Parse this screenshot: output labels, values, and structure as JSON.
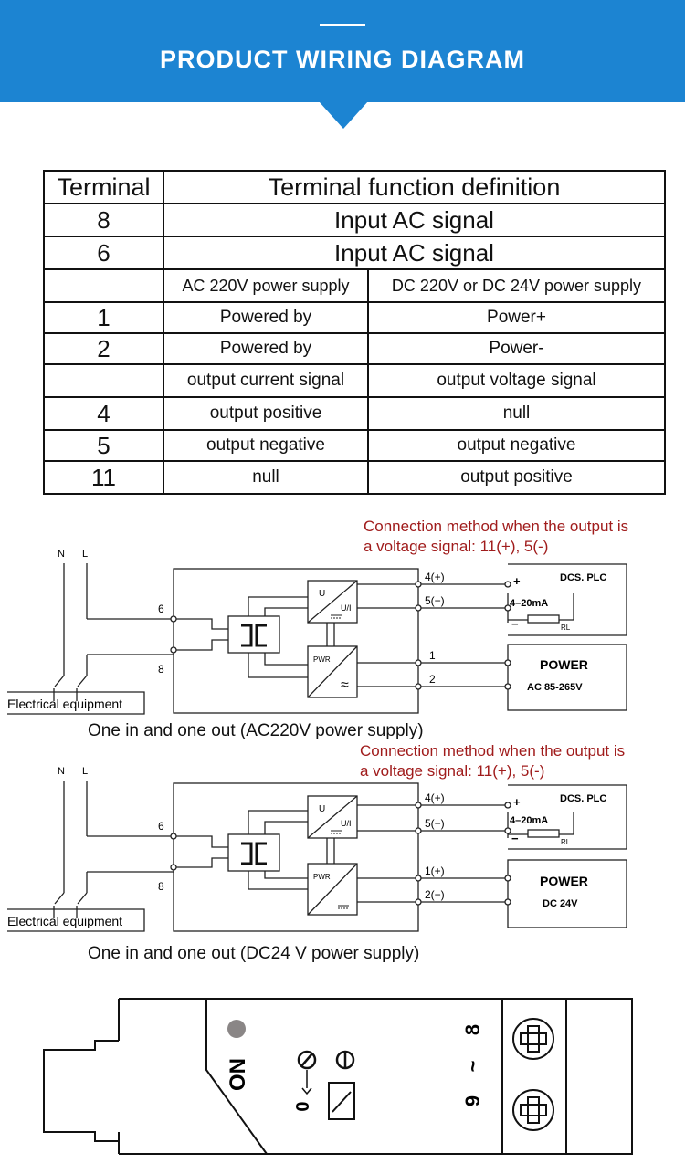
{
  "header": {
    "title": "PRODUCT WIRING DIAGRAM"
  },
  "table": {
    "col_terminal": "Terminal",
    "col_function": "Terminal function definition",
    "row_8": {
      "terminal": "8",
      "function": "Input AC signal"
    },
    "row_6": {
      "terminal": "6",
      "function": "Input AC signal"
    },
    "supply_ac": "AC 220V power supply",
    "supply_dc": "DC 220V or DC 24V power supply",
    "row_1": {
      "terminal": "1",
      "ac": "Powered by",
      "dc": "Power+"
    },
    "row_2": {
      "terminal": "2",
      "ac": "Powered by",
      "dc": "Power-"
    },
    "signal_current": "output current signal",
    "signal_voltage": "output voltage signal",
    "row_4": {
      "terminal": "4",
      "ac": "output positive",
      "dc": "null"
    },
    "row_5": {
      "terminal": "5",
      "ac": "output negative",
      "dc": "output negative"
    },
    "row_11": {
      "terminal": "11",
      "ac": "null",
      "dc": "output positive"
    }
  },
  "diagram1": {
    "note_line1": "Connection method when the output is",
    "note_line2": "a voltage signal: 11(+), 5(-)",
    "label_n": "N",
    "label_l": "L",
    "term_6": "6",
    "term_8": "8",
    "out_4": "4(+)",
    "out_5": "5(−)",
    "pwr_1": "1",
    "pwr_2": "2",
    "block_u": "U",
    "block_ui": "U/I",
    "block_pwr": "PWR",
    "plc_title": "DCS. PLC",
    "plc_plus": "+",
    "plc_minus": "−",
    "plc_current": "4–20mA",
    "plc_rl": "RL",
    "power_title": "POWER",
    "power_range": "AC 85-265V",
    "equipment": "Electrical equipment",
    "caption": "One in and one out (AC220V power supply)"
  },
  "diagram2": {
    "note_line1": "Connection method when the output is",
    "note_line2": "a voltage signal: 11(+), 5(-)",
    "label_n": "N",
    "label_l": "L",
    "term_6": "6",
    "term_8": "8",
    "out_4": "4(+)",
    "out_5": "5(−)",
    "pwr_1": "1(+)",
    "pwr_2": "2(−)",
    "block_u": "U",
    "block_ui": "U/I",
    "block_pwr": "PWR",
    "plc_title": "DCS. PLC",
    "plc_plus": "+",
    "plc_minus": "−",
    "plc_current": "4–20mA",
    "plc_rl": "RL",
    "power_title": "POWER",
    "power_range": "DC 24V",
    "equipment": "Electrical equipment",
    "caption": "One in and one out (DC24 V power supply)"
  },
  "device": {
    "on_label": "ON",
    "zero_label": "0",
    "terminal_8": "8",
    "tilde": "~",
    "terminal_9": "9"
  }
}
